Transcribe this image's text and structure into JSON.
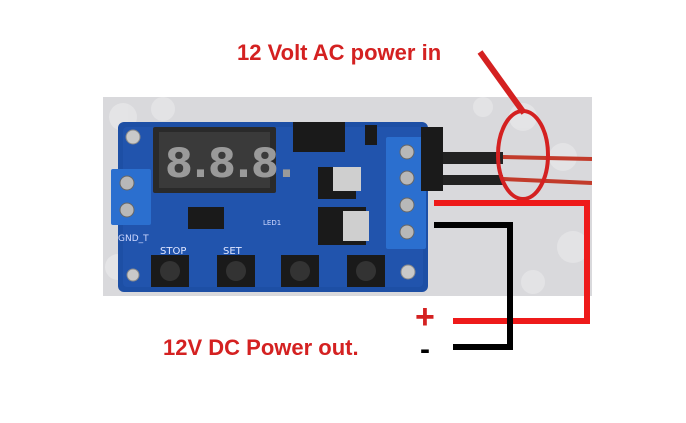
{
  "labels": {
    "ac_power_in": "12 Volt AC power in",
    "dc_power_out": "12V DC Power out.",
    "plus": "+",
    "minus": "-"
  },
  "board": {
    "display_digits": "8.8.8.",
    "button_labels": [
      "STOP",
      "SET"
    ],
    "gnd_label": "GND_T",
    "led_label": "LED1",
    "colors": {
      "pcb": "#1d4fa5",
      "terminal": "#2b6fcf",
      "annotation_red": "#d42121",
      "wire_black": "#000000"
    }
  }
}
